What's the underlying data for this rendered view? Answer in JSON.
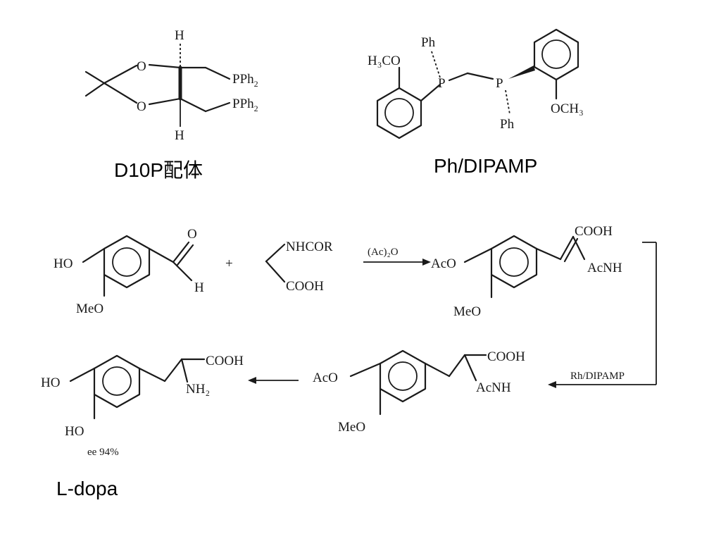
{
  "captions": {
    "d10p": "D10P配体",
    "dipamp": "Ph/DIPAMP",
    "ldopa": "L-dopa"
  },
  "ligand_d10p": {
    "h_top": "H",
    "h_bottom": "H",
    "o_top": "O",
    "o_bottom": "O",
    "pph2_top": "PPh",
    "pph2_bottom": "PPh",
    "sub2": "2"
  },
  "ligand_dipamp": {
    "h3co": "H₃CO",
    "och3": "OCH₃",
    "ph_top": "Ph",
    "ph_bottom": "Ph",
    "p_left": "P",
    "p_right": "P"
  },
  "scheme": {
    "vanillin": {
      "ho": "HO",
      "meo": "MeO",
      "o": "O",
      "h": "H"
    },
    "plus": "+",
    "glycine": {
      "nhcor": "NHCOR",
      "cooh": "COOH"
    },
    "step1_reagent": "(Ac)₂O",
    "intermediate1": {
      "aco": "AcO",
      "meo": "MeO",
      "cooh": "COOH",
      "acnh": "AcNH"
    },
    "step2_reagent": "Rh/DIPAMP",
    "intermediate2": {
      "aco": "AcO",
      "meo": "MeO",
      "cooh": "COOH",
      "acnh": "AcNH"
    },
    "product": {
      "ho1": "HO",
      "ho2": "HO",
      "cooh": "COOH",
      "nh2": "NH₂",
      "ee": "ee 94%"
    }
  },
  "colors": {
    "ink": "#1a1a1a",
    "background": "#ffffff"
  }
}
